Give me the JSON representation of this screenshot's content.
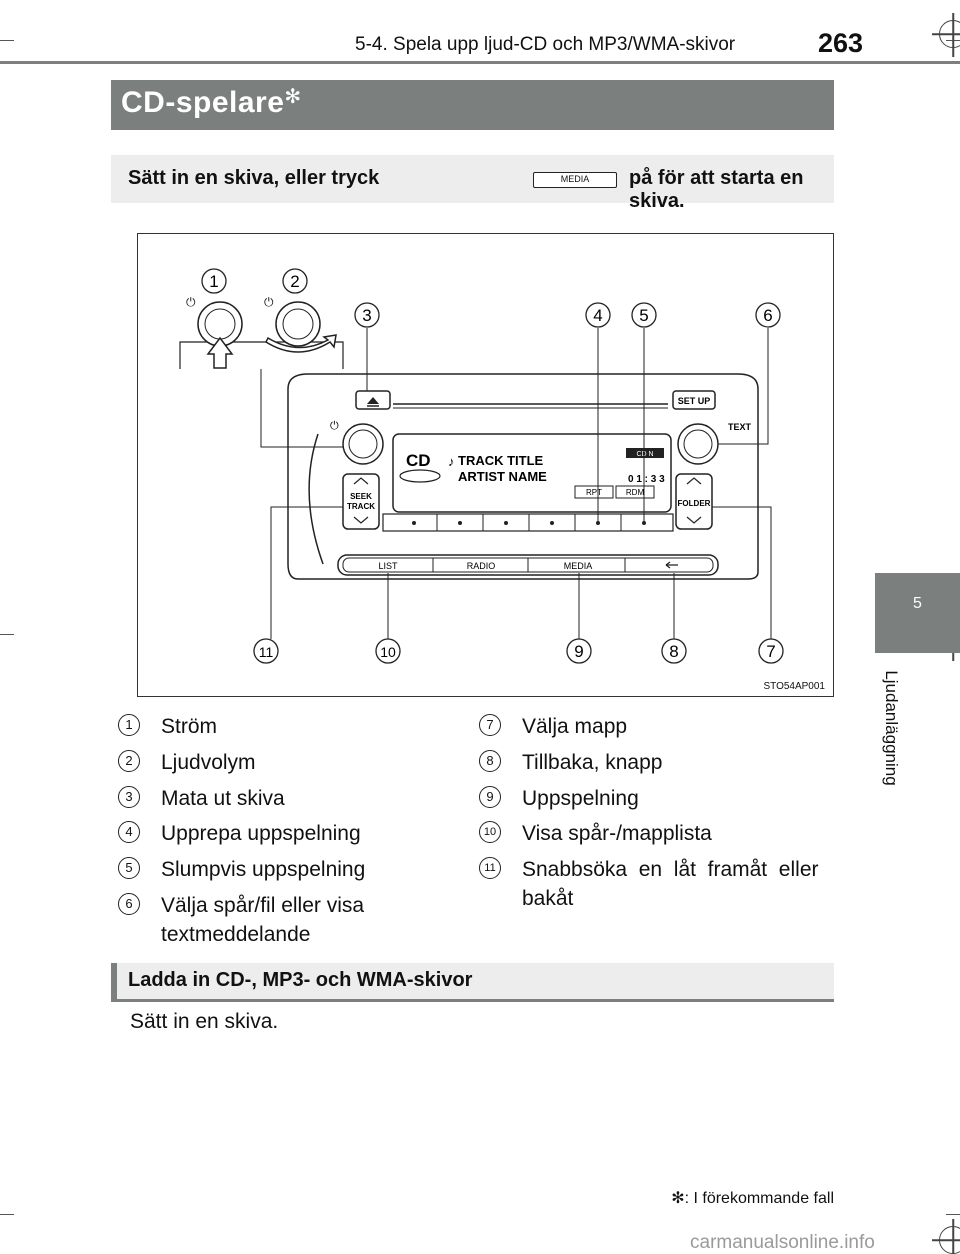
{
  "header": {
    "section": "5-4. Spela upp ljud-CD och MP3/WMA-skivor",
    "page_number": "263"
  },
  "side_tab": {
    "number": "5",
    "label": "Ljudanläggning"
  },
  "title": {
    "text": "CD-spelare",
    "mark": "✻"
  },
  "intro": {
    "before": "Sätt in en skiva, eller tryck",
    "button": "MEDIA",
    "after": "på för att starta en skiva."
  },
  "figure": {
    "id": "STO54AP001",
    "display": {
      "source": "CD",
      "track": "TRACK TITLE",
      "artist": "ARTIST NAME",
      "badge": "CD  N",
      "time": "0 1 : 3 3",
      "rpt": "RPT",
      "rdm": "RDM"
    },
    "buttons": {
      "seek_track_1": "SEEK",
      "seek_track_2": "TRACK",
      "folder": "FOLDER",
      "setup": "SET UP",
      "text": "TEXT",
      "list": "LIST",
      "radio": "RADIO",
      "media": "MEDIA"
    },
    "callouts": [
      "1",
      "2",
      "3",
      "4",
      "5",
      "6",
      "7",
      "8",
      "9",
      "10",
      "11"
    ]
  },
  "legend": {
    "left": [
      {
        "num": "1",
        "label": "Ström"
      },
      {
        "num": "2",
        "label": "Ljudvolym"
      },
      {
        "num": "3",
        "label": "Mata ut skiva"
      },
      {
        "num": "4",
        "label": "Upprepa uppspelning"
      },
      {
        "num": "5",
        "label": "Slumpvis uppspelning"
      },
      {
        "num": "6",
        "label": "Välja spår/fil eller visa",
        "label2": "textmeddelande"
      }
    ],
    "right": [
      {
        "num": "7",
        "label": "Välja mapp"
      },
      {
        "num": "8",
        "label": "Tillbaka, knapp"
      },
      {
        "num": "9",
        "label": "Uppspelning"
      },
      {
        "num": "10",
        "label": "Visa spår-/mapplista"
      },
      {
        "num": "11",
        "label": "Snabbsöka  en  låt  framåt  eller",
        "label2": "bakåt"
      }
    ]
  },
  "load_section": {
    "heading": "Ladda in CD-, MP3- och WMA-skivor",
    "text": "Sätt in en skiva."
  },
  "footnote": {
    "mark": "✻",
    "text": ": I förekommande fall"
  },
  "watermark": "carmanualsonline.info"
}
